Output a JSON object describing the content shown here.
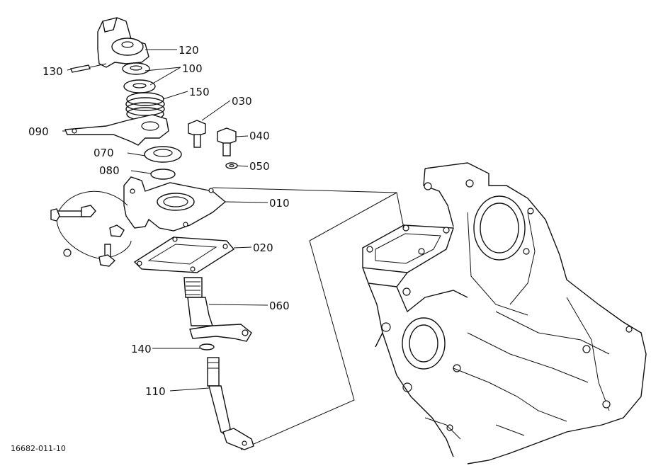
{
  "diagram": {
    "code": "16682-011-10",
    "parts": [
      {
        "id": "p120",
        "label": "120"
      },
      {
        "id": "p130",
        "label": "130"
      },
      {
        "id": "p100",
        "label": "100"
      },
      {
        "id": "p150",
        "label": "150"
      },
      {
        "id": "p030",
        "label": "030"
      },
      {
        "id": "p090",
        "label": "090"
      },
      {
        "id": "p040",
        "label": "040"
      },
      {
        "id": "p070",
        "label": "070"
      },
      {
        "id": "p050",
        "label": "050"
      },
      {
        "id": "p080",
        "label": "080"
      },
      {
        "id": "p010",
        "label": "010"
      },
      {
        "id": "p020",
        "label": "020"
      },
      {
        "id": "p060",
        "label": "060"
      },
      {
        "id": "p140",
        "label": "140"
      },
      {
        "id": "p110",
        "label": "110"
      }
    ]
  }
}
